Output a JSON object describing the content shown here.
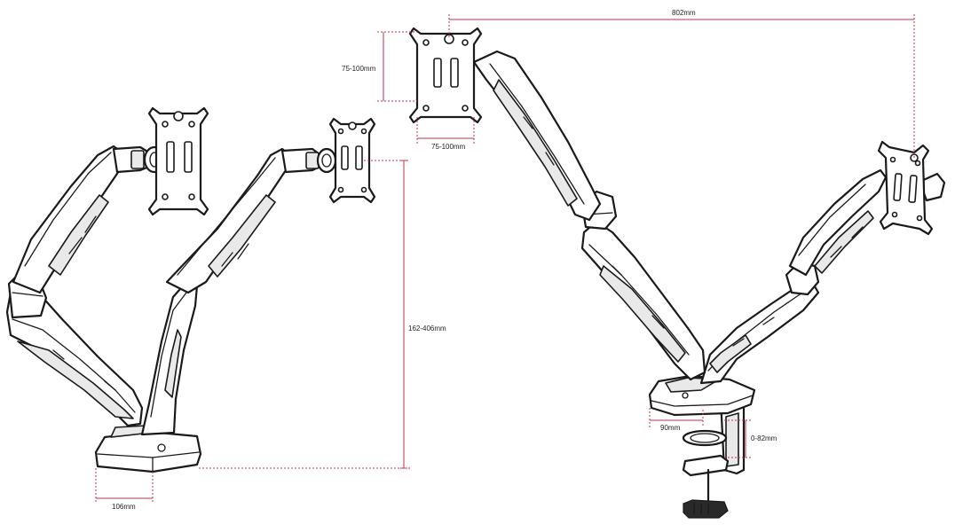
{
  "dimensions": {
    "vesa_height": "75-100mm",
    "vesa_width": "75-100mm",
    "span_width": "802mm",
    "height_range": "162-406mm",
    "base_width": "106mm",
    "clamp_depth": "90mm",
    "desk_thickness": "0-82mm"
  },
  "colors": {
    "line": "#1a1a1a",
    "dimension": "#c4324a"
  }
}
